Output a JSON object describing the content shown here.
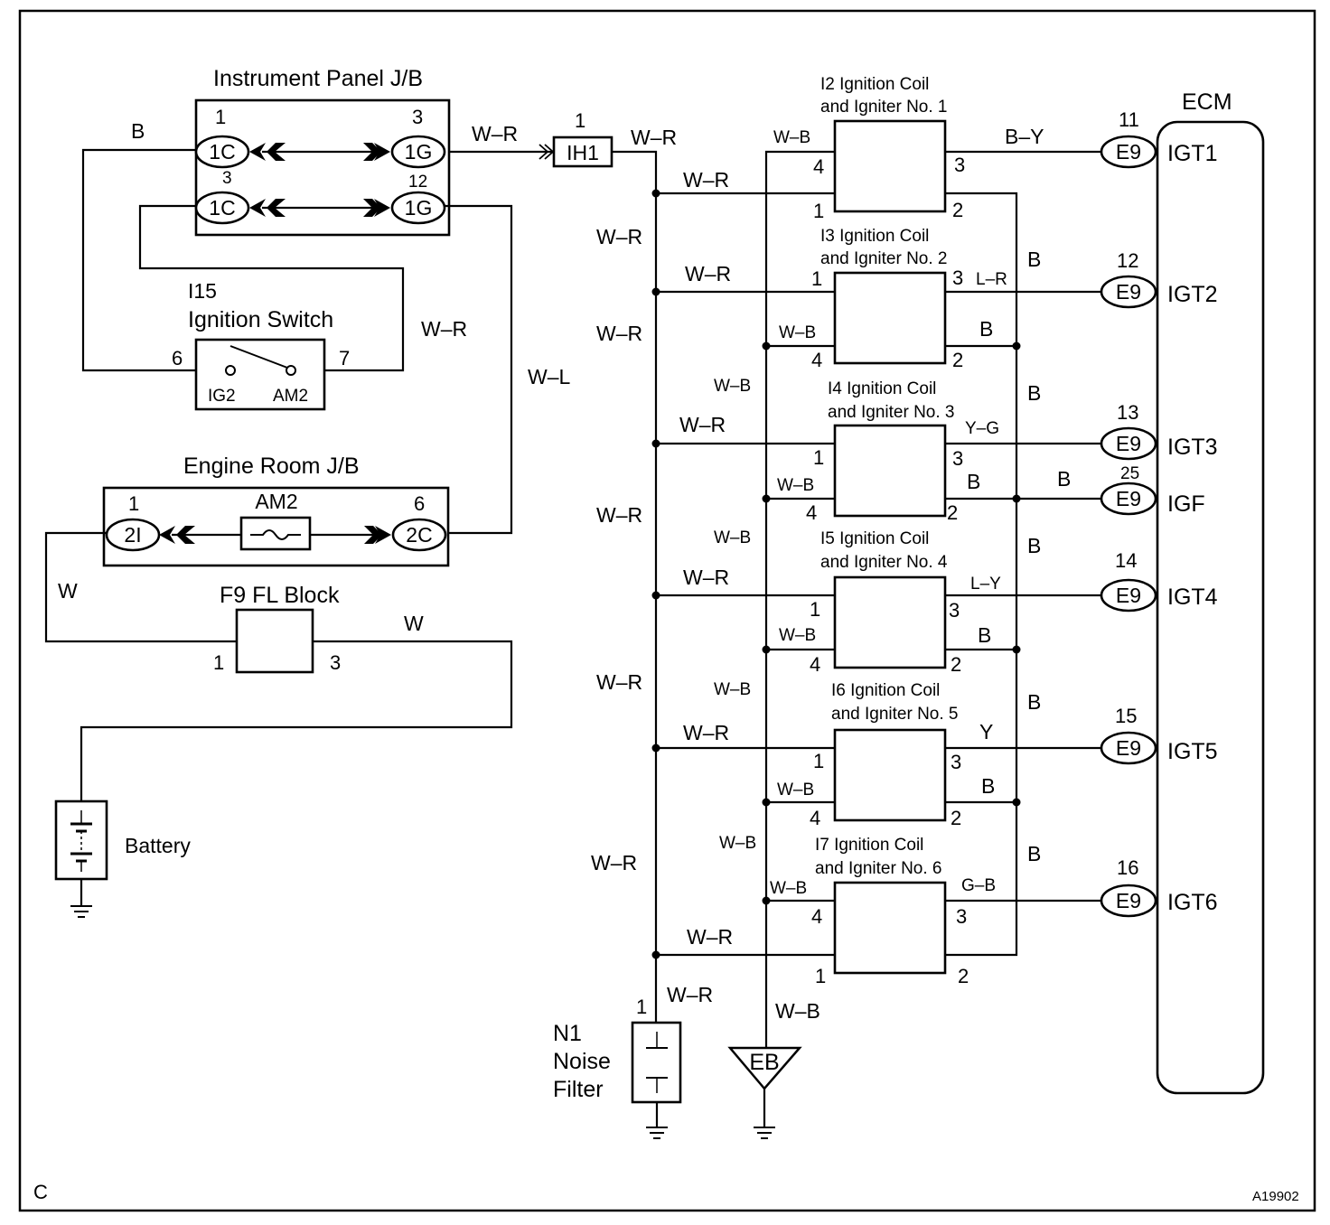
{
  "diagram": {
    "corner_left": "C",
    "corner_right": "A19902",
    "instrument_panel_jb": {
      "title": "Instrument Panel J/B",
      "pin_1": "1",
      "conn_1c_a": "1C",
      "pin_3": "3",
      "conn_1g_a": "1G",
      "pin_3b": "3",
      "conn_1c_b": "1C",
      "pin_12": "12",
      "conn_1g_b": "1G"
    },
    "ignition_switch": {
      "id": "I15",
      "name": "Ignition Switch",
      "pin_6": "6",
      "pin_7": "7",
      "ig2": "IG2",
      "am2": "AM2"
    },
    "engine_room_jb": {
      "title": "Engine Room J/B",
      "pin_1": "1",
      "conn_2i": "2I",
      "fuse": "AM2",
      "pin_6": "6",
      "conn_2c": "2C"
    },
    "fl_block": {
      "title": "F9 FL Block",
      "pin_1": "1",
      "pin_3": "3"
    },
    "battery": {
      "label": "Battery"
    },
    "junction_ih1": {
      "pin": "1",
      "label": "IH1"
    },
    "noise_filter": {
      "pin": "1",
      "line1": "N1",
      "line2": "Noise",
      "line3": "Filter"
    },
    "ground_eb": {
      "label": "EB"
    },
    "wires": {
      "b": "B",
      "w_r": "W–R",
      "w_l": "W–L",
      "w": "W",
      "w_b": "W–B",
      "b_y": "B–Y",
      "l_r": "L–R",
      "y_g": "Y–G",
      "l_y": "L–Y",
      "y": "Y",
      "g_b": "G–B"
    },
    "coils": [
      {
        "line1": "I2 Ignition Coil",
        "line2": "and Igniter No. 1"
      },
      {
        "line1": "I3 Ignition Coil",
        "line2": "and Igniter No. 2"
      },
      {
        "line1": "I4 Ignition Coil",
        "line2": "and Igniter No. 3"
      },
      {
        "line1": "I5 Ignition Coil",
        "line2": "and Igniter No. 4"
      },
      {
        "line1": "I6 Ignition Coil",
        "line2": "and Igniter No. 5"
      },
      {
        "line1": "I7 Ignition Coil",
        "line2": "and Igniter No. 6"
      }
    ],
    "coil_pins": {
      "p1": "1",
      "p2": "2",
      "p3": "3",
      "p4": "4"
    },
    "ecm": {
      "title": "ECM",
      "connector": "E9",
      "terminals": [
        {
          "pin": "11",
          "name": "IGT1"
        },
        {
          "pin": "12",
          "name": "IGT2"
        },
        {
          "pin": "13",
          "name": "IGT3"
        },
        {
          "pin": "25",
          "name": "IGF"
        },
        {
          "pin": "14",
          "name": "IGT4"
        },
        {
          "pin": "15",
          "name": "IGT5"
        },
        {
          "pin": "16",
          "name": "IGT6"
        }
      ]
    }
  }
}
